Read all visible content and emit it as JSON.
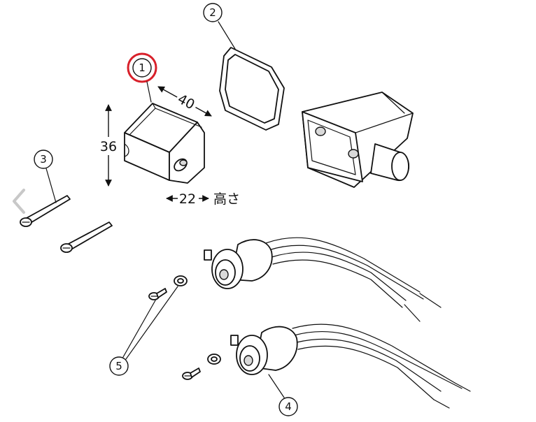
{
  "callouts": {
    "part1": "1",
    "part2": "2",
    "part3": "3",
    "part4": "4",
    "part5": "5"
  },
  "dimensions": {
    "width": "40",
    "height": "36",
    "depth": "22",
    "depth_note": "高さ"
  },
  "colors": {
    "highlight_ring": "#d8202a",
    "ink": "#111111",
    "nav_arrow": "#c8c8c8"
  },
  "nav": {
    "icon": "chevron-left-icon"
  }
}
